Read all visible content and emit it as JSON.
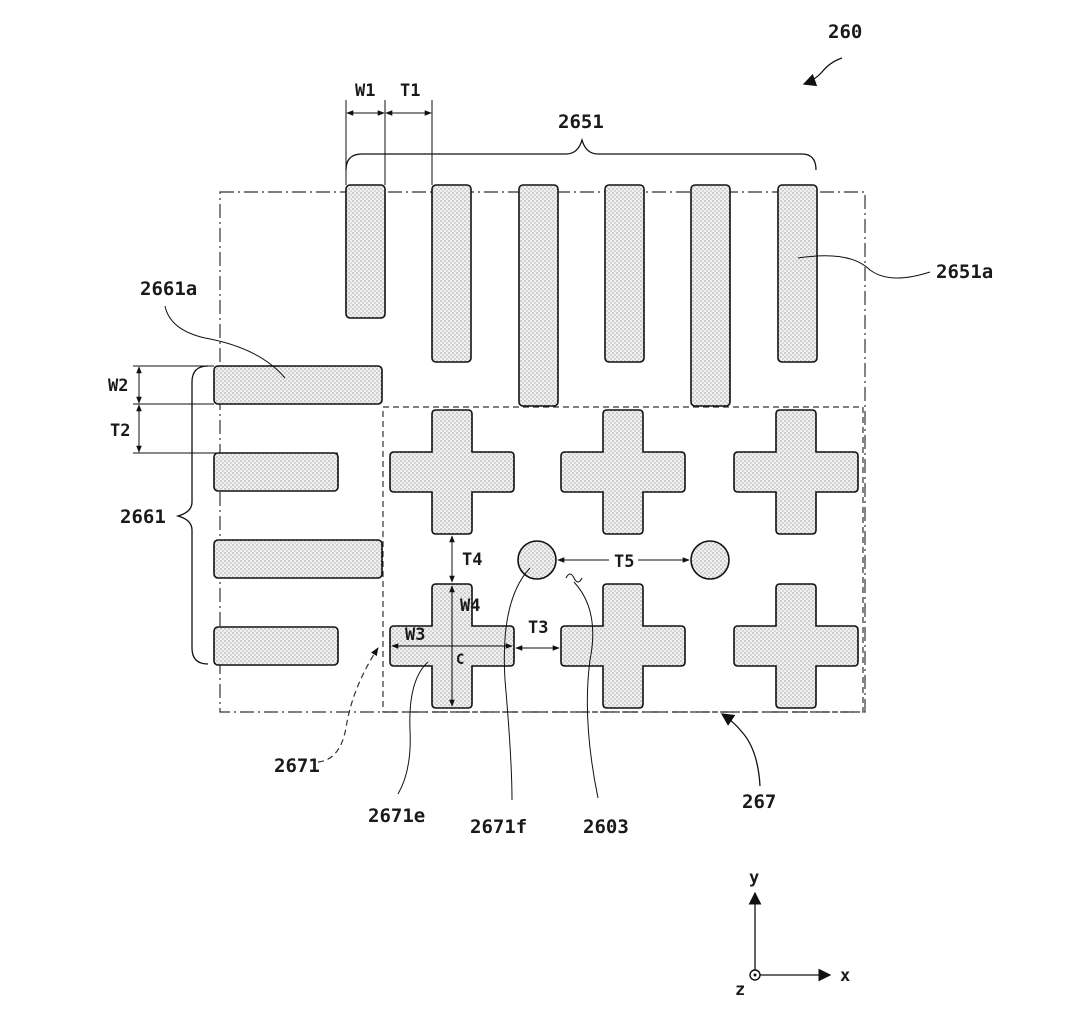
{
  "figure": {
    "ref": "260",
    "top_group": "2651",
    "top_bar": "2651a",
    "left_group": "2661",
    "left_bar": "2661a",
    "region": "267",
    "cross_dashed": "2671",
    "cross_e": "2671e",
    "cross_f": "2671f",
    "gap": "2603",
    "dims": {
      "w1": "W1",
      "t1": "T1",
      "w2": "W2",
      "t2": "T2",
      "w3": "W3",
      "w4": "W4",
      "t3": "T3",
      "t4": "T4",
      "t5": "T5",
      "c": "C"
    },
    "axes": {
      "x": "x",
      "y": "y",
      "z": "z"
    }
  }
}
